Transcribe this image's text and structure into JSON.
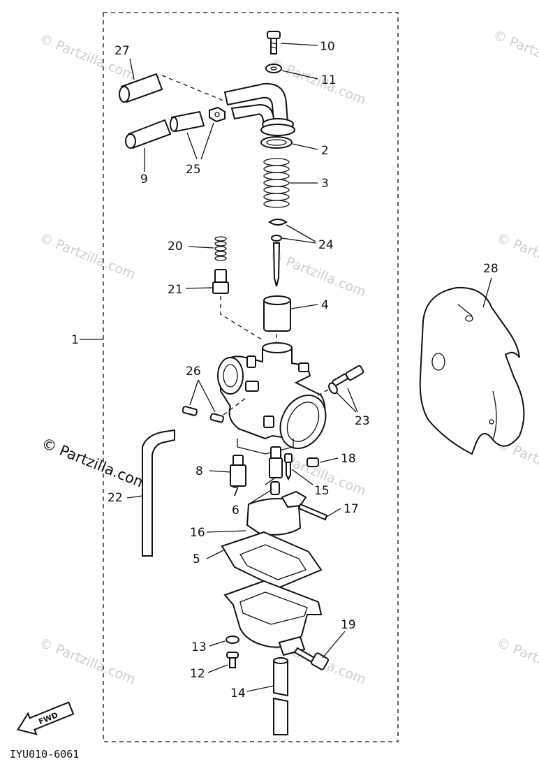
{
  "diagram": {
    "callouts": {
      "p1": "1",
      "p2": "2",
      "p3": "3",
      "p4": "4",
      "p5": "5",
      "p6": "6",
      "p7": "7",
      "p8": "8",
      "p9": "9",
      "p10": "10",
      "p11": "11",
      "p12": "12",
      "p13": "13",
      "p14": "14",
      "p15": "15",
      "p16": "16",
      "p17": "17",
      "p18": "18",
      "p19": "19",
      "p20": "20",
      "p21": "21",
      "p22": "22",
      "p23": "23",
      "p24": "24",
      "p25": "25",
      "p26": "26",
      "p27": "27",
      "p28": "28"
    },
    "fwd_label": "FWD",
    "footer_code": "IYU010-6061",
    "watermark": "© Partzilla.com"
  }
}
